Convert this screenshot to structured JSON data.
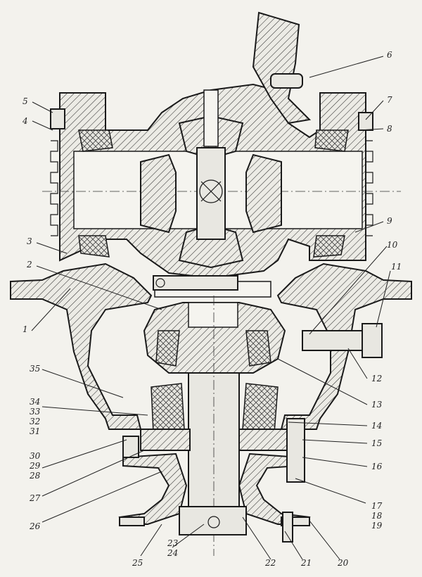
{
  "callouts": {
    "c1": "1",
    "c2": "2",
    "c3": "3",
    "c4": "4",
    "c5": "5",
    "c6": "6",
    "c7": "7",
    "c8": "8",
    "c9": "9",
    "c10": "10",
    "c11": "11",
    "c12": "12",
    "c13": "13",
    "c14": "14",
    "c15": "15",
    "c16": "16",
    "c17": "17",
    "c18": "18",
    "c19": "19",
    "c20": "20",
    "c21": "21",
    "c22": "22",
    "c23": "23",
    "c24": "24",
    "c25": "25",
    "c26": "26",
    "c27": "27",
    "c28": "28",
    "c29": "29",
    "c30": "30",
    "c31": "31",
    "c32": "32",
    "c33": "33",
    "c34": "34",
    "c35": "35"
  },
  "colors": {
    "ink": "#1a1a1a",
    "paper": "#f3f2ed"
  }
}
